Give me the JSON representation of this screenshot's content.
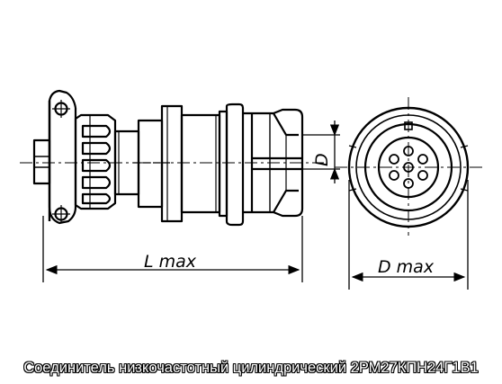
{
  "caption": "Соединитель низкочастотный цилиндрический 2РМ27КПН24Г1В1",
  "labels": {
    "length": "L max",
    "diameter": "D max",
    "inner_diameter": "D"
  }
}
